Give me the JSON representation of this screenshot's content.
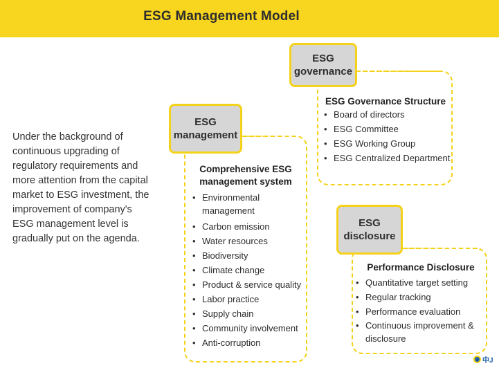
{
  "header": {
    "title": "ESG Management Model"
  },
  "intro_lines": [
    "Under the background of",
    "continuous upgrading of",
    "regulatory requirements and",
    "more attention from the capital",
    "market to ESG investment, the",
    "improvement of company's",
    "ESG management level is",
    "gradually put on the agenda."
  ],
  "governance": {
    "label_lines": [
      "ESG",
      "governance"
    ],
    "title": "ESG Governance Structure",
    "items": [
      "Board of directors",
      "ESG Committee",
      "ESG Working Group",
      "ESG Centralized Department"
    ]
  },
  "management": {
    "label_lines": [
      "ESG",
      "management"
    ],
    "title_lines": [
      "Comprehensive ESG",
      "management system"
    ],
    "items": [
      [
        "Environmental",
        "management"
      ],
      [
        "Carbon emission"
      ],
      [
        "Water resources"
      ],
      [
        "Biodiversity"
      ],
      [
        "Climate change"
      ],
      [
        "Product & service quality"
      ],
      [
        "Labor practice"
      ],
      [
        "Supply chain"
      ],
      [
        "Community involvement"
      ],
      [
        "Anti-corruption"
      ]
    ]
  },
  "disclosure": {
    "label_lines": [
      "ESG",
      "disclosure"
    ],
    "title": "Performance Disclosure",
    "items": [
      [
        "Quantitative target setting"
      ],
      [
        "Regular tracking"
      ],
      [
        "Performance evaluation"
      ],
      [
        "Continuous improvement &",
        "disclosure"
      ]
    ]
  },
  "logo": {
    "text": "中J"
  },
  "colors": {
    "accent": "#f8d51f",
    "pill_fill": "#d6d6d6",
    "text": "#2b2b2b"
  }
}
